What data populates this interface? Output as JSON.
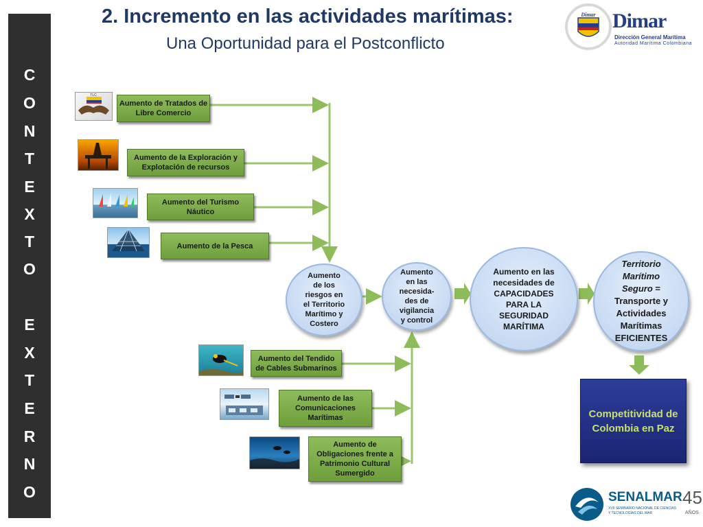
{
  "sidebar": {
    "letters": [
      "C",
      "O",
      "N",
      "T",
      "E",
      "X",
      "T",
      "O",
      "E",
      "X",
      "T",
      "E",
      "R",
      "N",
      "O"
    ]
  },
  "header": {
    "title": "2.   Incremento en las actividades marítimas:",
    "subtitle": "Una Oportunidad para el Postconflicto"
  },
  "logos": {
    "dimar": {
      "word": "Dimar",
      "line1": "Dirección General Marítima",
      "line2": "Autoridad Marítima Colombiana",
      "seal_text": "Dimar"
    },
    "senalmar": {
      "word": "SENALMAR",
      "sub": "XVII SEMINARIO NACIONAL DE CIENCIAS Y TECNOLOGÍAS DEL MAR",
      "number": "45",
      "anos": "AÑOS"
    }
  },
  "diagram": {
    "photo_labels": {
      "tlc": "TLC"
    },
    "top_boxes": [
      "Aumento de Tratados de Libre Comercio",
      "Aumento de la Exploración y Explotación de recursos",
      "Aumento del Turismo Náutico",
      "Aumento de la Pesca"
    ],
    "bottom_boxes": [
      "Aumento del Tendido de Cables Submarinos",
      "Aumento de las Comunicaciones Marítimas",
      "Aumento de Obligaciones frente a Patrimonio Cultural Sumergido"
    ],
    "circle1": [
      "Aumento",
      "de los",
      "riesgos en",
      "el Territorio",
      "Marítimo y",
      "Costero"
    ],
    "circle2": [
      "Aumento",
      "en las",
      "necesida-",
      "des de",
      "vigilancia",
      "y control"
    ],
    "circle3": [
      "Aumento en las",
      "necesidades de",
      "CAPACIDADES",
      "PARA LA",
      "SEGURIDAD",
      "MARÍTIMA"
    ],
    "circle4": {
      "italic": [
        "Territorio",
        "Marítimo",
        "Seguro"
      ],
      "eq": " =",
      "rest": [
        "Transporte y",
        "Actividades",
        "Marítimas",
        "EFICIENTES"
      ]
    },
    "result": "Competitividad de Colombia en Paz"
  }
}
